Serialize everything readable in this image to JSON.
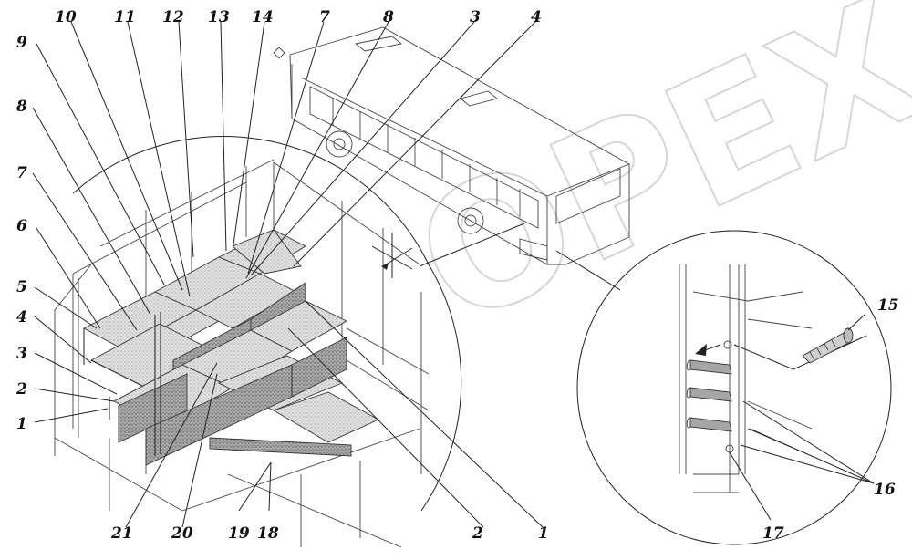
{
  "labels": {
    "l1a": "1",
    "l1b": "1",
    "l2a": "2",
    "l2b": "2",
    "l3a": "3",
    "l3b": "3",
    "l4a": "4",
    "l4b": "4",
    "l5": "5",
    "l6": "6",
    "l7a": "7",
    "l7b": "7",
    "l8a": "8",
    "l8b": "8",
    "l9": "9",
    "l10": "10",
    "l11": "11",
    "l12": "12",
    "l13": "13",
    "l14": "14",
    "l15": "15",
    "l16": "16",
    "l17": "17",
    "l18": "18",
    "l19": "19",
    "l20": "20",
    "l21": "21"
  },
  "watermark": "OPEX",
  "colors": {
    "line": "#222222",
    "panel_fill": "#d9d9d9",
    "dark_fill": "#9a9a9a",
    "watermark": "#bbbbbb"
  }
}
